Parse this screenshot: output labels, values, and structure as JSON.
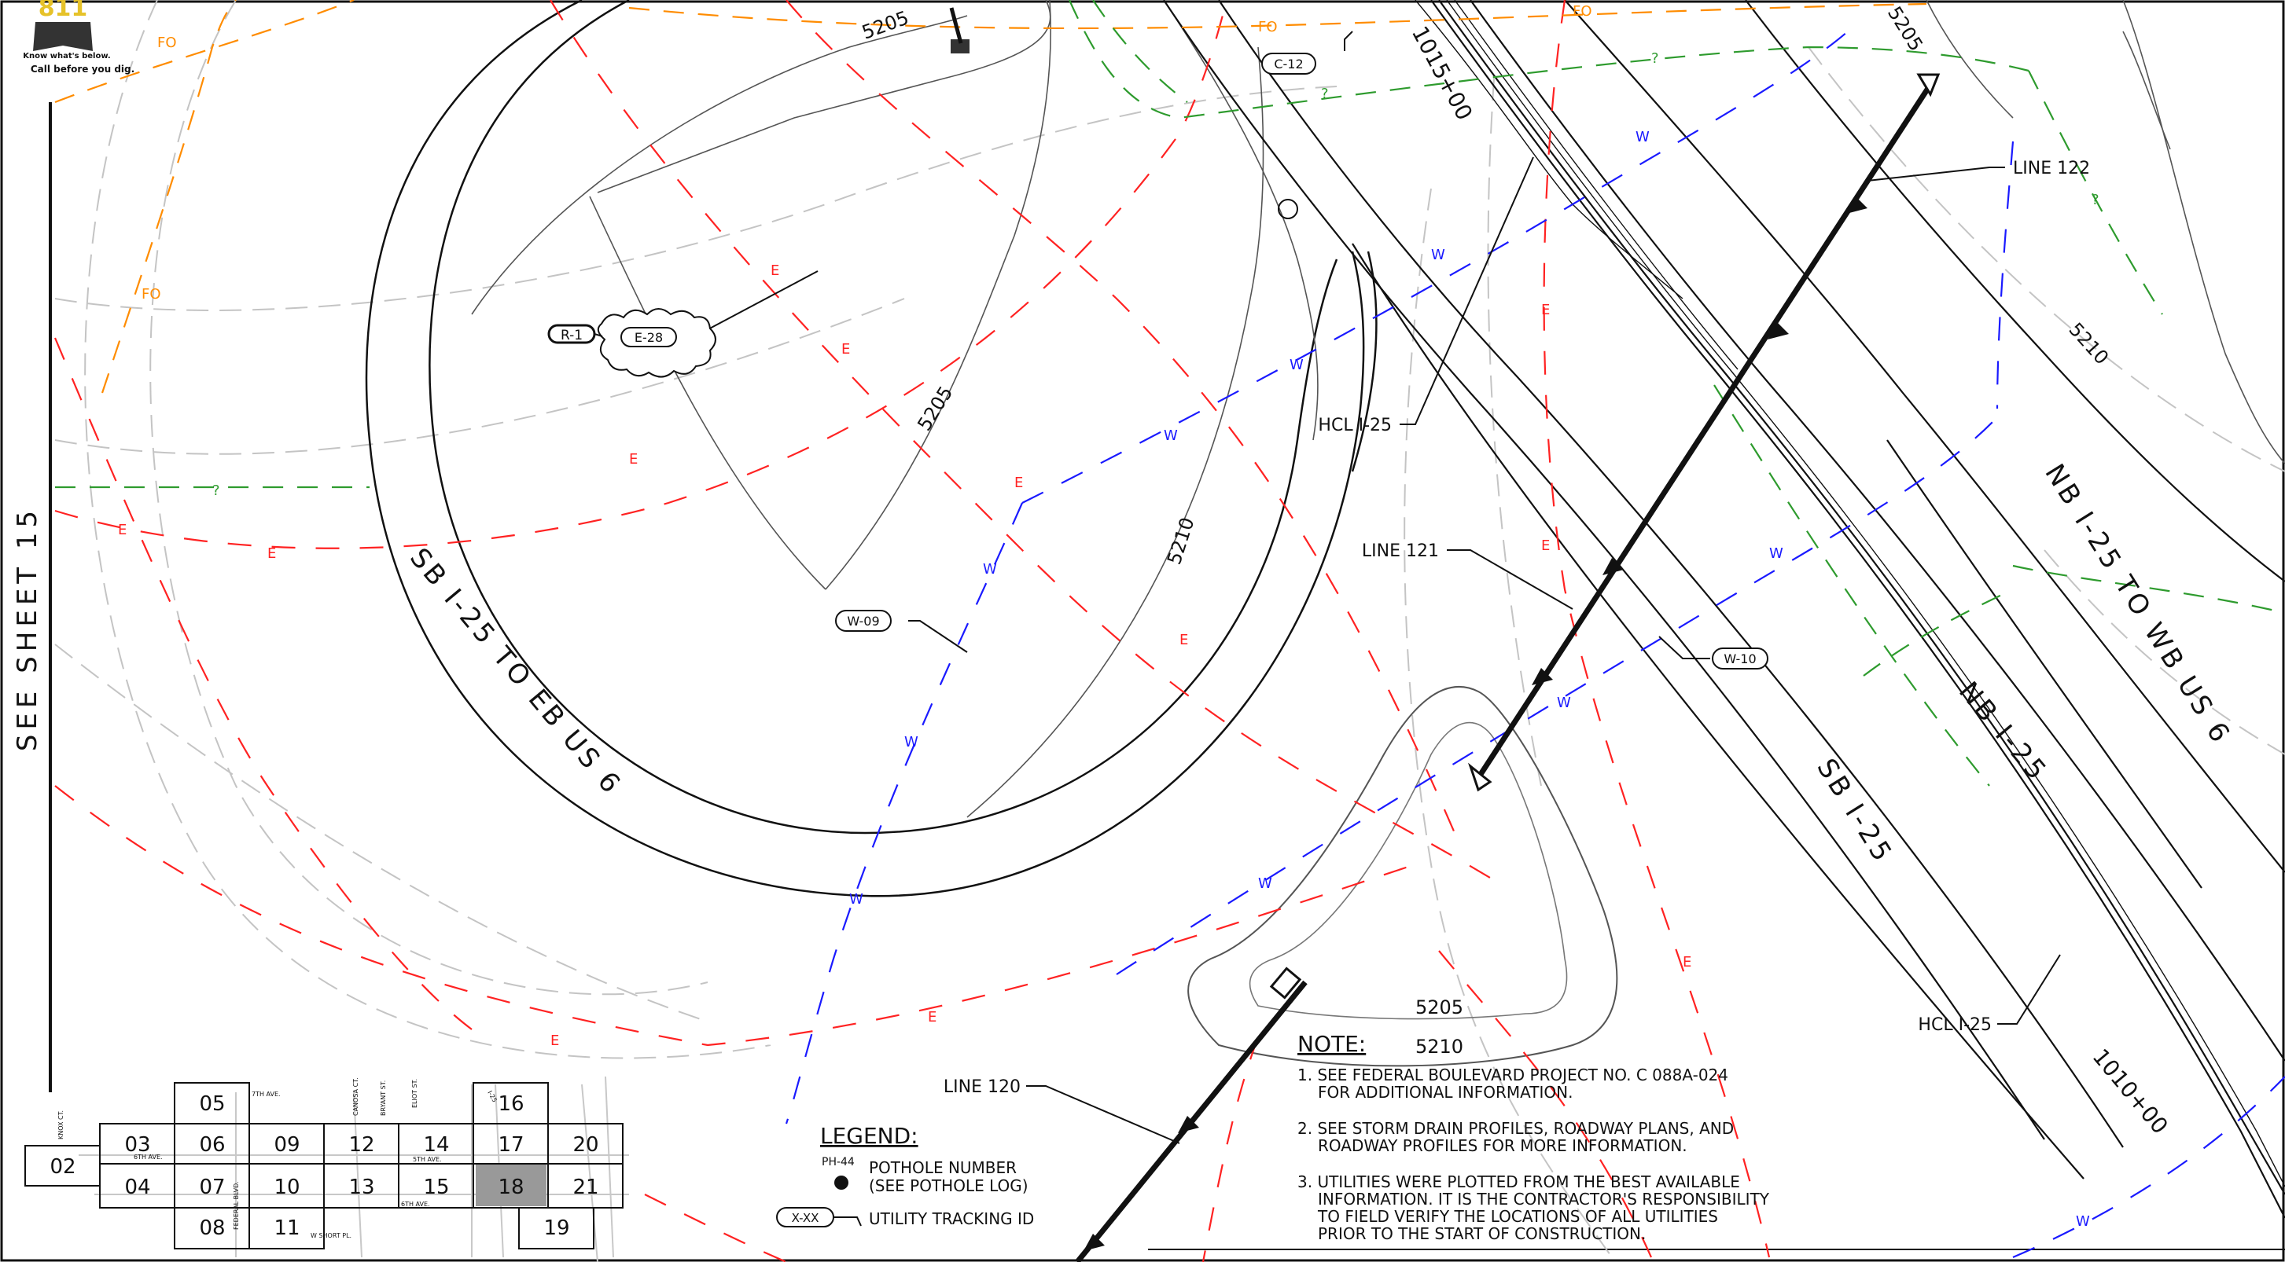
{
  "sheet_ref": "SEE SHEET 15",
  "logo": {
    "number": "811",
    "line1": "Know what's below.",
    "line2": "Call before you dig."
  },
  "stations": {
    "sta_top": "1015+00",
    "sta_bottom": "1010+00"
  },
  "contours": {
    "c5205_top": "5205",
    "c5205_topright": "5205",
    "c5205_mid": "5205",
    "c5210_mid": "5210",
    "c5210_right": "5210",
    "c5205_island": "5205",
    "c5210_island": "5210"
  },
  "roads": {
    "ramp_sb_eb": "SB I-25 TO EB US 6",
    "ramp_nb_wb": "NB I-25 TO WB US 6",
    "nb": "NB I-25",
    "sb": "SB I-25"
  },
  "callouts": {
    "hcl_upper": "HCL I-25",
    "hcl_lower": "HCL I-25",
    "line121": "LINE 121",
    "line122": "LINE 122",
    "line120": "LINE 120"
  },
  "utility_ids": {
    "c12": "C-12",
    "e28": "E-28",
    "w09": "W-09",
    "w10": "W-10",
    "r1": "R-1"
  },
  "line_codes": {
    "electric": "E",
    "water": "W",
    "fiber": "FO",
    "unknown": "?"
  },
  "legend": {
    "title": "LEGEND:",
    "pothole_tag": "PH-44",
    "pothole_line1": "POTHOLE NUMBER",
    "pothole_line2": "(SEE POTHOLE LOG)",
    "tracking_tag": "X-XX",
    "tracking_text": "UTILITY TRACKING ID"
  },
  "note": {
    "title": "NOTE:",
    "items": [
      {
        "l1": "1. SEE FEDERAL BOULEVARD PROJECT NO. C 088A-024",
        "l2": "FOR ADDITIONAL INFORMATION."
      },
      {
        "l1": "2. SEE STORM DRAIN PROFILES, ROADWAY PLANS, AND",
        "l2": "ROADWAY PROFILES FOR MORE INFORMATION."
      },
      {
        "l1": "3. UTILITIES WERE PLOTTED FROM THE BEST AVAILABLE",
        "l2": "INFORMATION. IT IS THE CONTRACTOR'S RESPONSIBILITY",
        "l3": "TO FIELD VERIFY THE LOCATIONS OF ALL UTILITIES",
        "l4": "PRIOR TO THE START OF CONSTRUCTION."
      }
    ]
  },
  "key_map": {
    "sheets": [
      "02",
      "03",
      "04",
      "05",
      "06",
      "07",
      "08",
      "09",
      "10",
      "11",
      "12",
      "13",
      "14",
      "15",
      "16",
      "17",
      "18",
      "19",
      "21",
      "20"
    ],
    "current": "18",
    "streets": {
      "s1": "7TH AVE.",
      "s2": "6TH AVE.",
      "s3": "5TH AVE.",
      "s4": "6TH AVE.",
      "s5": "W SHORT PL.",
      "s6": "KNOX CT.",
      "s7": "FEDERAL BLVD.",
      "s8": "CANOSA CT.",
      "s9": "BRYANT ST.",
      "s10": "ELIOT ST.",
      "s11": "I-25"
    }
  },
  "colors": {
    "electric": "#ff2222",
    "water": "#1a1aff",
    "fiber": "#ff8c00",
    "unknown": "#2e9b2e",
    "linework": "#111111",
    "contour": "#bbbbbb"
  }
}
